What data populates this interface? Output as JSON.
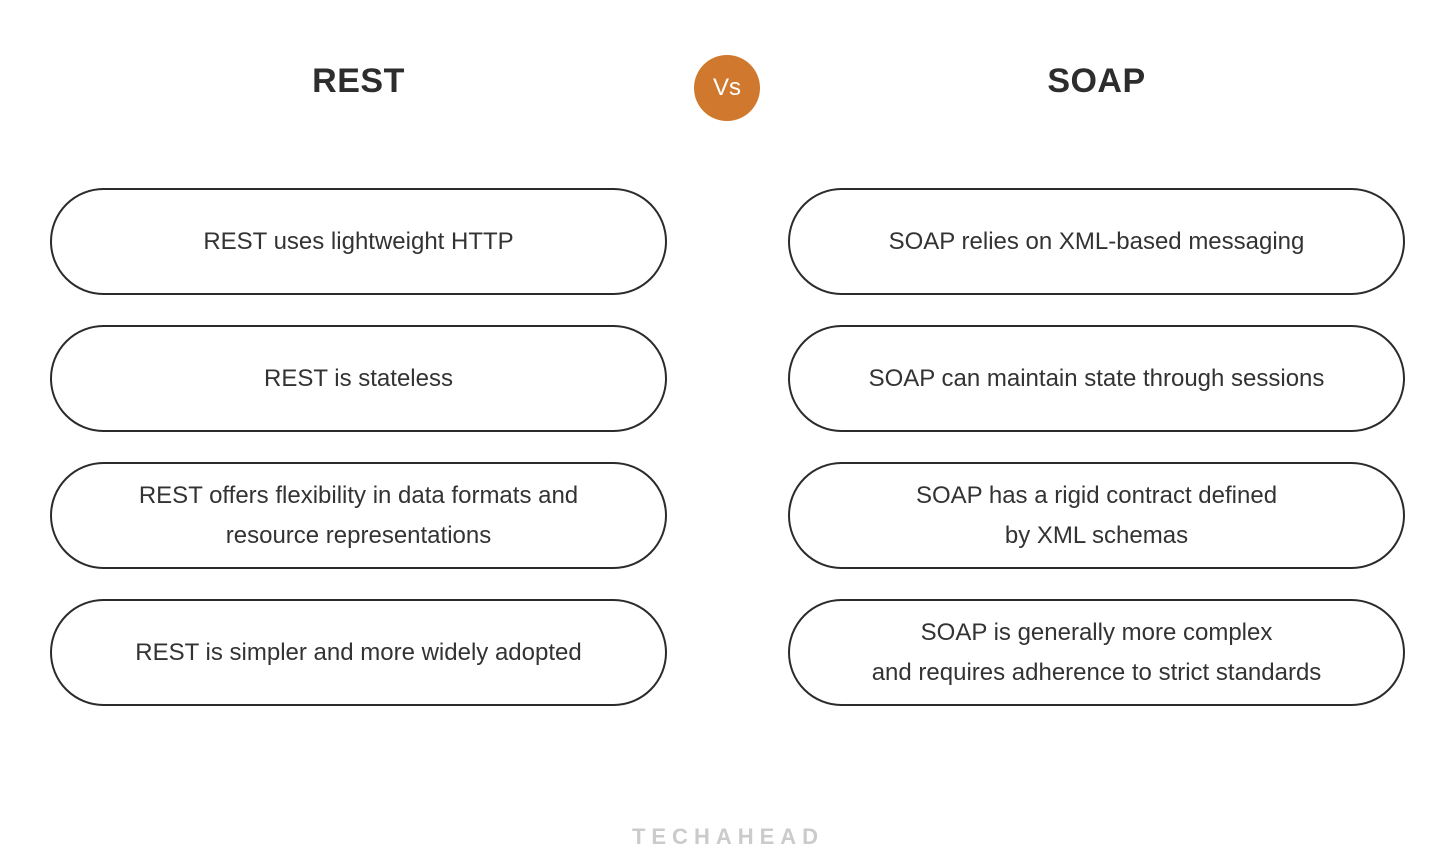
{
  "header": {
    "left_title": "REST",
    "vs_label": "Vs",
    "right_title": "SOAP"
  },
  "colors": {
    "accent_orange": "#D0782D",
    "pill_border": "#2B2B2B",
    "text": "#333333",
    "watermark": "#CBCBCB",
    "background": "#FFFFFF"
  },
  "comparison": {
    "left": {
      "items": [
        {
          "text": "REST uses lightweight HTTP"
        },
        {
          "text": "REST is stateless"
        },
        {
          "text": "REST offers flexibility in data formats and\nresource representations"
        },
        {
          "text": "REST is simpler and more widely adopted"
        }
      ]
    },
    "right": {
      "items": [
        {
          "text": "SOAP relies on XML-based messaging"
        },
        {
          "text": "SOAP can maintain state through sessions"
        },
        {
          "text": "SOAP has a rigid contract defined\nby XML schemas"
        },
        {
          "text": "SOAP is generally more complex\nand requires adherence to strict standards"
        }
      ]
    }
  },
  "watermark": {
    "label": "TECHAHEAD"
  }
}
